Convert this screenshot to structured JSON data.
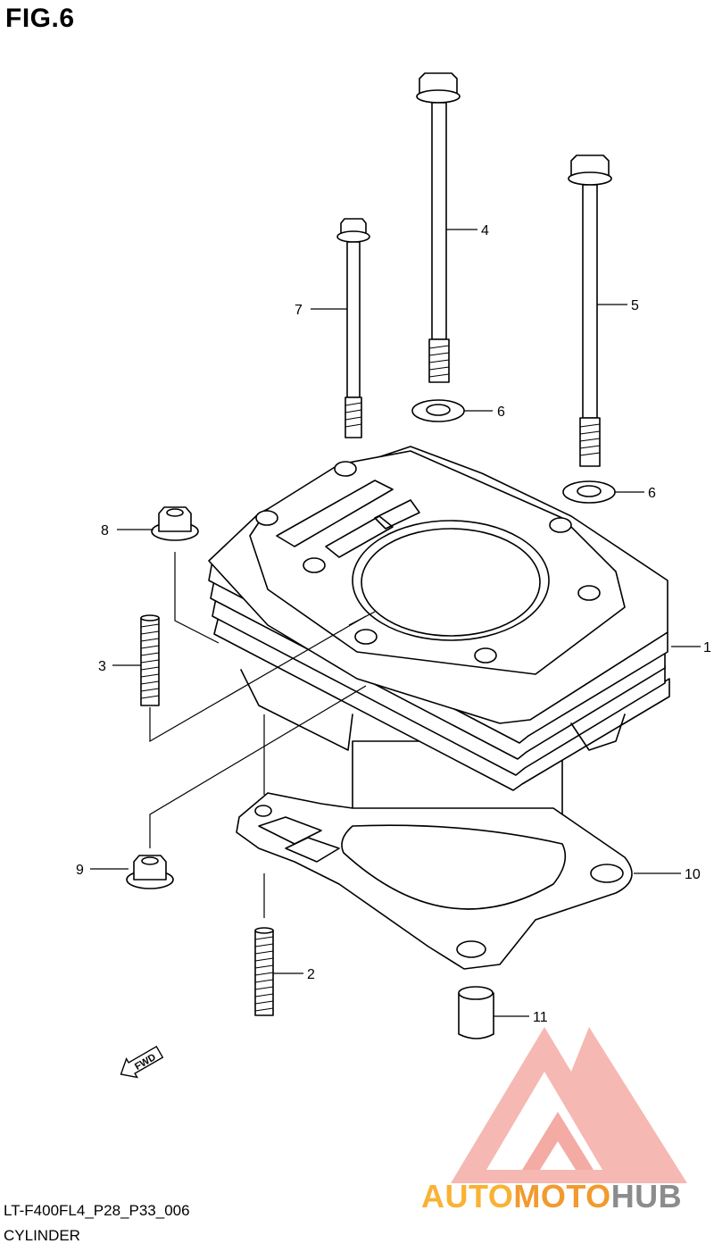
{
  "figure": {
    "title": "FIG.6",
    "model_code": "LT-F400FL4_P28_P33_006",
    "section_name": "CYLINDER"
  },
  "callouts": [
    "1",
    "2",
    "3",
    "4",
    "5",
    "6",
    "6",
    "7",
    "8",
    "9",
    "10",
    "11"
  ],
  "fwd_label": "FWD",
  "watermark": {
    "part1": "AUTO",
    "part2": "MOTO",
    "part3": "HUB",
    "color_light": "#f9b233",
    "color_orange": "#f29a2e",
    "color_gray": "#8c8c8c",
    "logo_color": "#f3a29b"
  }
}
